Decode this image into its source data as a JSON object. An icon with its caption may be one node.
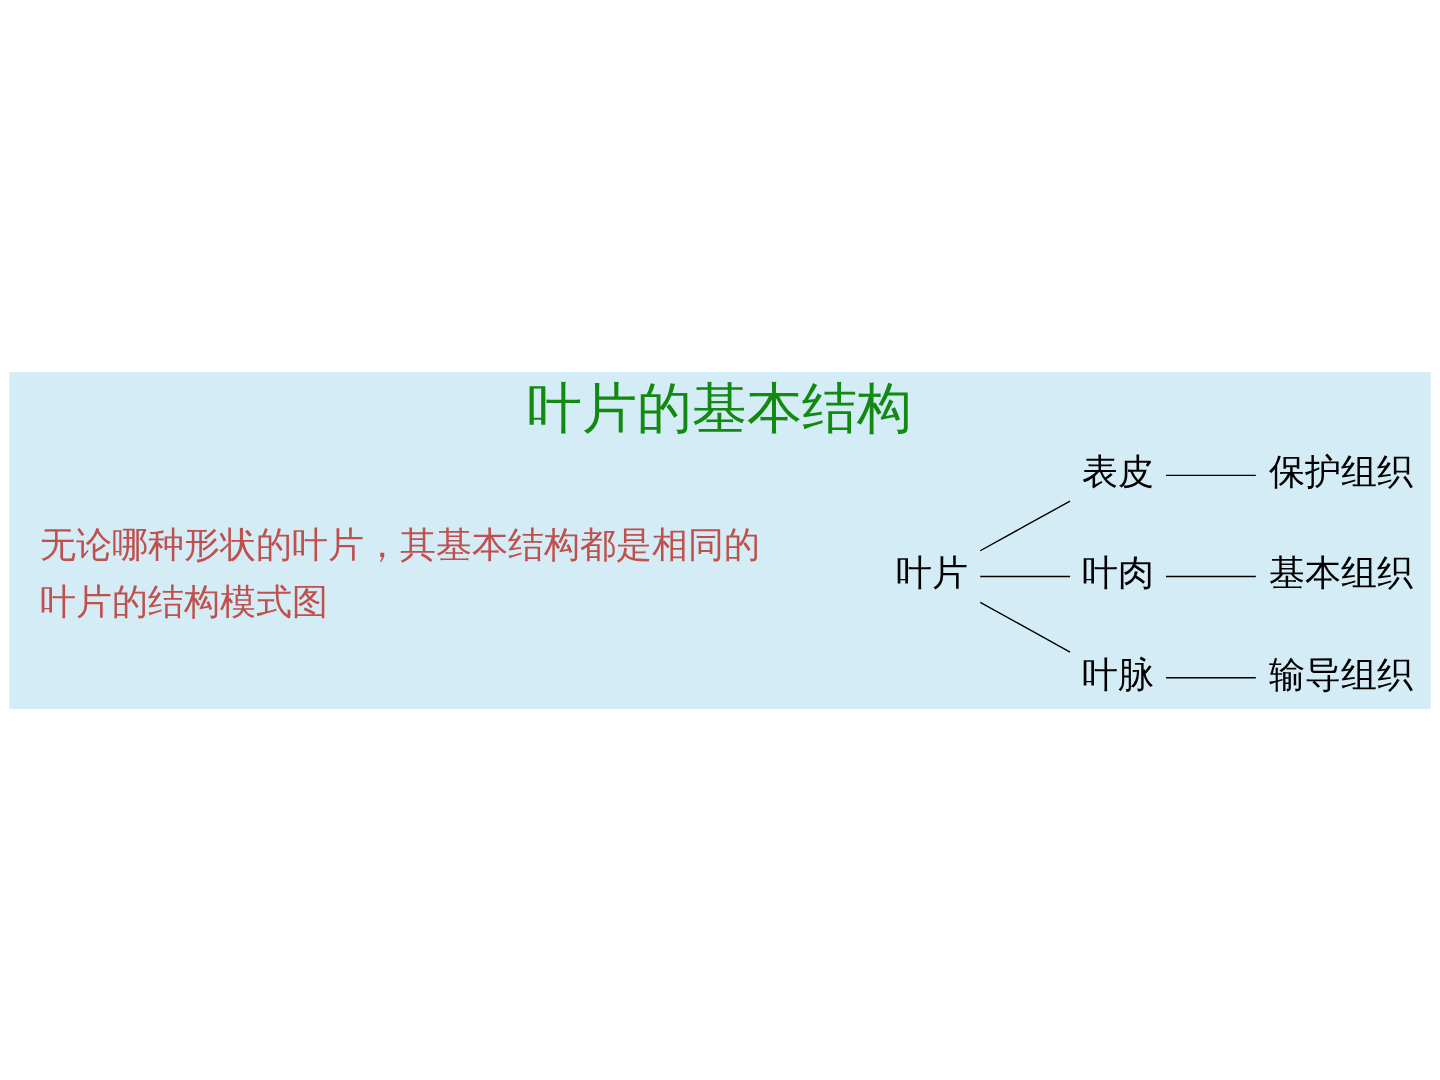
{
  "diagram": {
    "title": "叶片的基本结构",
    "nodes": [
      {
        "text": [
          "叶片"
        ]
      },
      {
        "text": [
          "表皮"
        ]
      },
      {
        "text": [
          "叶肉"
        ]
      },
      {
        "text": [
          "叶脉"
        ]
      },
      {
        "text": [
          "保护组织"
        ]
      },
      {
        "text": [
          "基本组织"
        ]
      },
      {
        "text": [
          "输导组织"
        ]
      }
    ],
    "edges": [
      {
        "from": 0,
        "to": 1,
        "arrow": "none"
      },
      {
        "from": 0,
        "to": 2,
        "arrow": "none"
      },
      {
        "from": 0,
        "to": 3,
        "arrow": "none"
      },
      {
        "from": 1,
        "to": 4,
        "arrow": "none"
      },
      {
        "from": 2,
        "to": 5,
        "arrow": "none"
      },
      {
        "from": 3,
        "to": 6,
        "arrow": "none"
      }
    ],
    "labels": [
      "无论哪种形状的叶片，其基本结构都是相同的",
      "叶片的结构模式图"
    ]
  }
}
